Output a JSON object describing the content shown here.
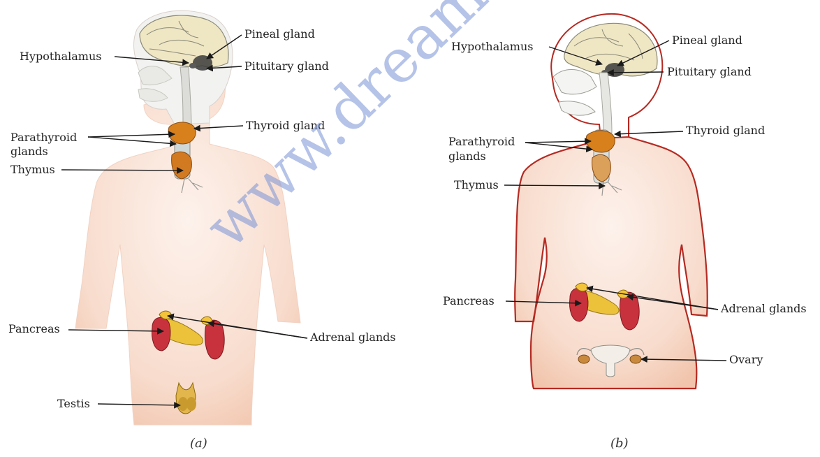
{
  "watermark": "www.dreamtoppers",
  "panel_a": {
    "caption": "(a)",
    "labels": {
      "pineal": "Pineal gland",
      "hypothalamus": "Hypothalamus",
      "pituitary": "Pituitary gland",
      "thyroid": "Thyroid gland",
      "parathyroid_1": "Parathyroid",
      "parathyroid_2": "glands",
      "thymus": "Thymus",
      "pancreas": "Pancreas",
      "adrenal": "Adrenal glands",
      "testis": "Testis"
    }
  },
  "panel_b": {
    "caption": "(b)",
    "labels": {
      "hypothalamus": "Hypothalamus",
      "pineal": "Pineal gland",
      "pituitary": "Pituitary gland",
      "thyroid": "Thyroid gland",
      "parathyroid_1": "Parathyroid",
      "parathyroid_2": "glands",
      "thymus": "Thymus",
      "pancreas": "Pancreas",
      "adrenal": "Adrenal glands",
      "ovary": "Ovary"
    }
  },
  "colors": {
    "skin": "#f8ddd0",
    "skin_shade": "#f0c2a8",
    "outline_b": "#b52a22",
    "brain": "#efe6c4",
    "gland_orange": "#d8801c",
    "pancreas_yellow": "#ecc23a",
    "kidney_red": "#c8323d"
  }
}
